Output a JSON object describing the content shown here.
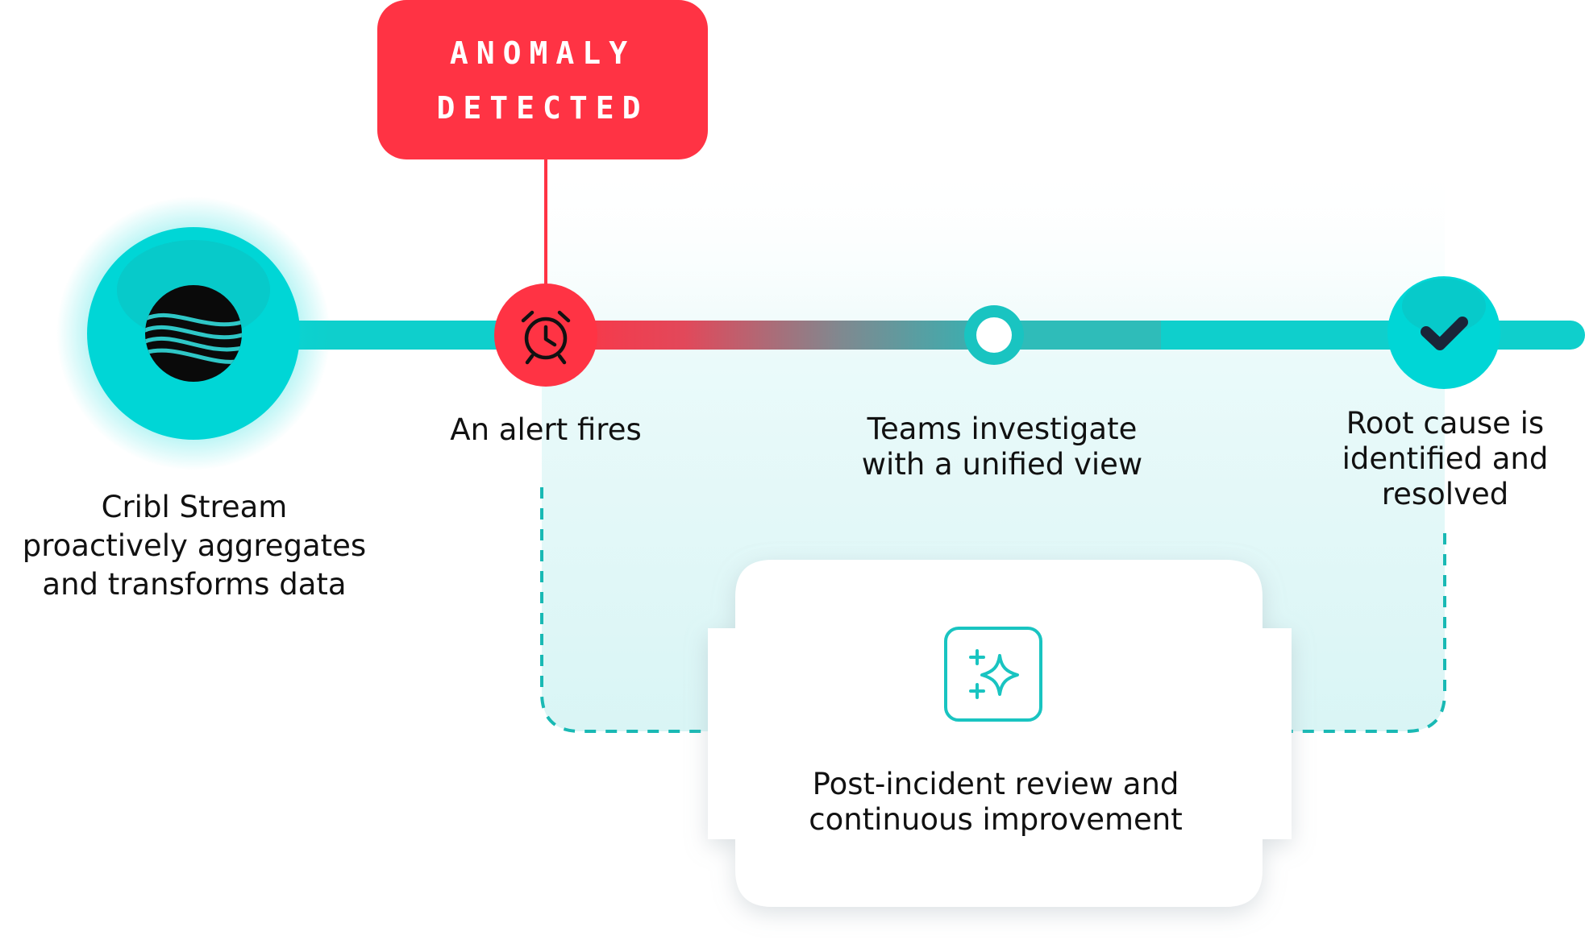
{
  "badge": {
    "line1": "ANOMALY",
    "line2": "DETECTED"
  },
  "steps": [
    {
      "id": "source",
      "icon": "cribl-stream-logo",
      "lines": [
        "Cribl Stream",
        "proactively aggregates",
        "and transforms data"
      ]
    },
    {
      "id": "alert",
      "icon": "alarm-clock-icon",
      "lines": [
        "An alert fires"
      ]
    },
    {
      "id": "investigate",
      "icon": "milestone-dot",
      "lines": [
        "Teams investigate",
        "with a unified view"
      ]
    },
    {
      "id": "resolved",
      "icon": "checkmark-icon",
      "lines": [
        "Root cause is",
        "identified and",
        "resolved"
      ]
    }
  ],
  "review": {
    "icon": "sparkle-icon",
    "lines": [
      "Post-incident review and",
      "continuous improvement"
    ]
  },
  "colors": {
    "teal": "#00CCCC",
    "teal_dark": "#19B9B4",
    "red": "#FF3344",
    "navy": "#1A2438",
    "pale_teal": "#E4F8F8",
    "label": "#111111"
  }
}
